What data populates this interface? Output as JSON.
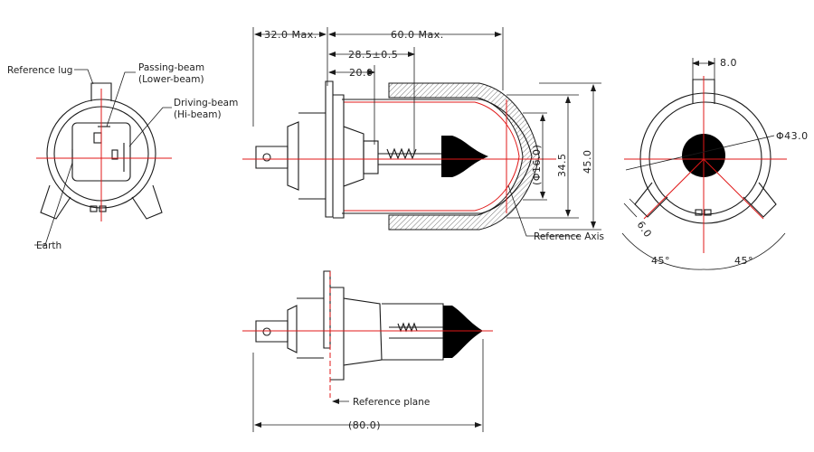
{
  "colors": {
    "line": "#1a1a1a",
    "axis": "#e01818",
    "fill": "#000000"
  },
  "labels": {
    "reference_lug": "Reference lug",
    "passing_beam_1": "Passing-beam",
    "passing_beam_2": "(Lower-beam)",
    "driving_beam_1": "Driving-beam",
    "driving_beam_2": "(Hi-beam)",
    "earth": "Earth",
    "reference_axis": "Reference Axis",
    "reference_plane": "Reference plane"
  },
  "dimensions": {
    "max_32": "32.0 Max.",
    "max_60": "60.0 Max.",
    "tol_28_5": "28.5±0.5",
    "d_20": "20.0",
    "dia_16": "(Φ16.0)",
    "d_34_5": "34.5",
    "d_45": "45.0",
    "d_8": "8.0",
    "dia_43": "Φ43.0",
    "d_6": "6.0",
    "angle_left": "45°",
    "angle_right": "45°",
    "overall_80": "(80.0)"
  }
}
